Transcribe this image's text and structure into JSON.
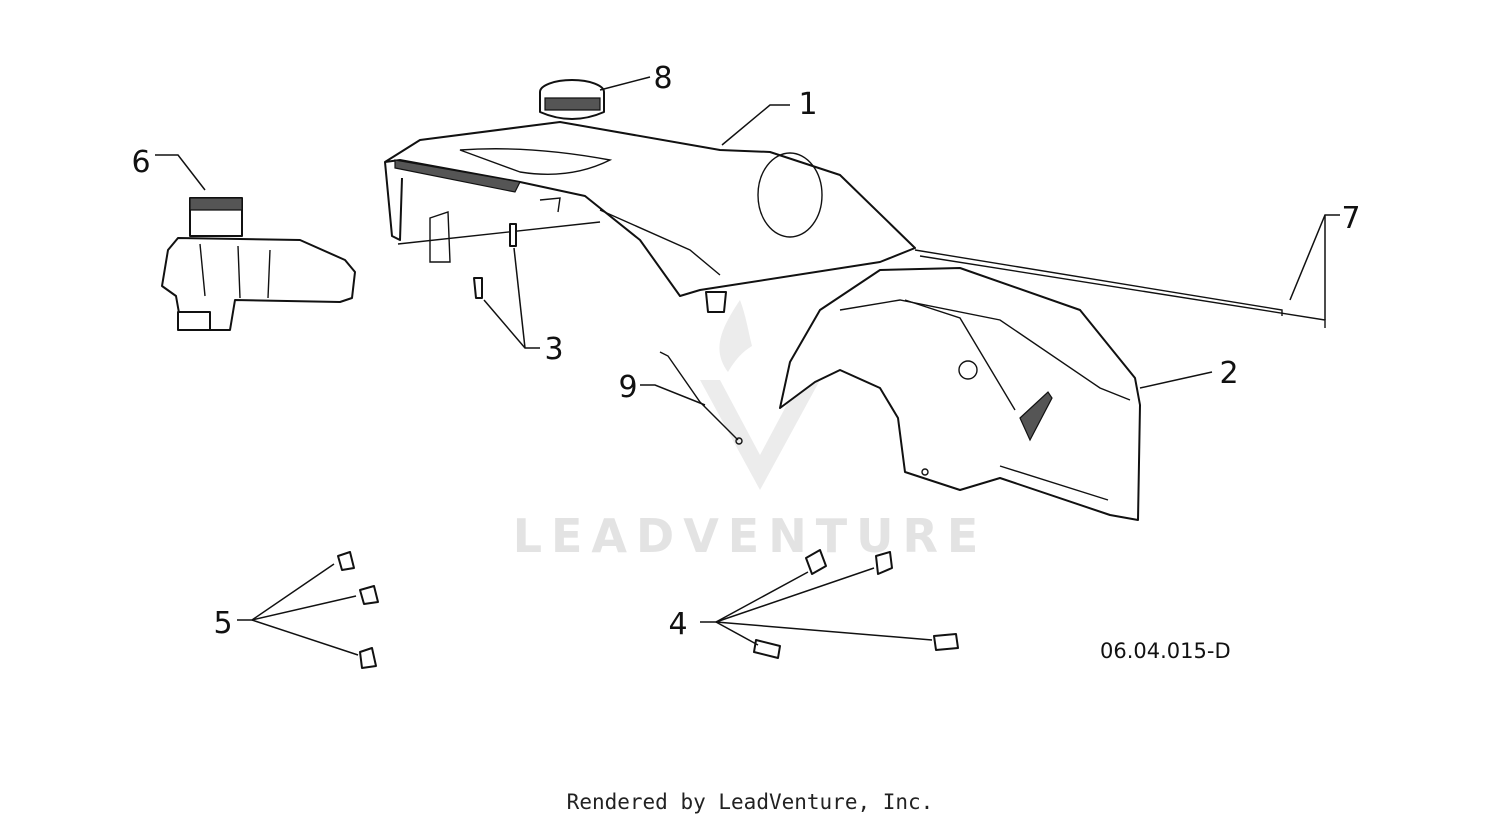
{
  "diagram": {
    "drawing_code": "06.04.015-D",
    "watermark": "LEADVENTURE",
    "callouts": [
      {
        "id": "1",
        "label": "1"
      },
      {
        "id": "2",
        "label": "2"
      },
      {
        "id": "3",
        "label": "3"
      },
      {
        "id": "4",
        "label": "4"
      },
      {
        "id": "5",
        "label": "5"
      },
      {
        "id": "6",
        "label": "6"
      },
      {
        "id": "7",
        "label": "7"
      },
      {
        "id": "8",
        "label": "8"
      },
      {
        "id": "9",
        "label": "9"
      }
    ]
  },
  "footer": {
    "text": "Rendered by LeadVenture, Inc."
  }
}
